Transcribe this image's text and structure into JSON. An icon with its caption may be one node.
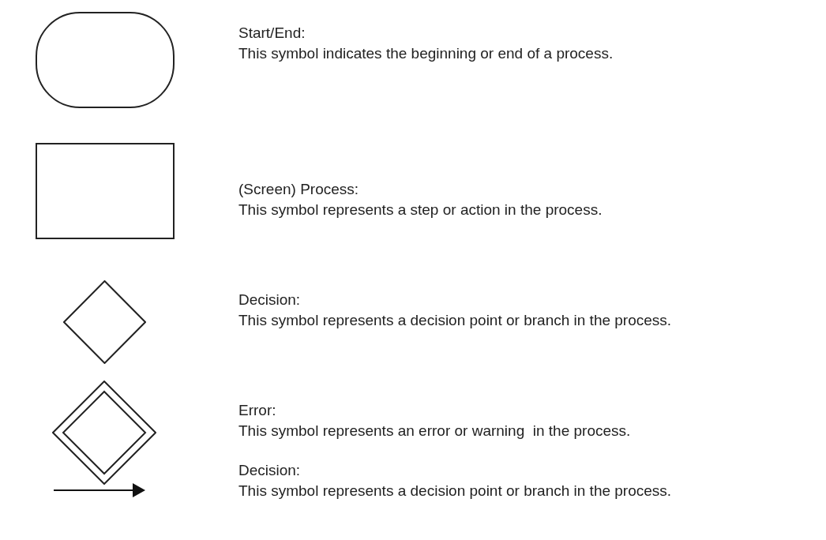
{
  "diagram": {
    "nodes": [
      {
        "text": [],
        "shape": "rounded",
        "beside": [
          "Start/End:",
          "This symbol indicates the beginning or end of a process."
        ]
      },
      {
        "text": [],
        "shape": "box",
        "beside": [
          "(Screen) Process:",
          "This symbol represents a step or action in the process."
        ]
      },
      {
        "text": [],
        "shape": "diamond",
        "beside": [
          "Decision:",
          "This symbol represents a decision point or branch in the process."
        ]
      },
      {
        "text": [],
        "shape": "doublediamond",
        "beside": [
          "Error:",
          "This symbol represents an error or warning  in the process."
        ]
      }
    ],
    "labels": [
      "Decision:",
      "This symbol represents a decision point or branch in the process."
    ]
  }
}
